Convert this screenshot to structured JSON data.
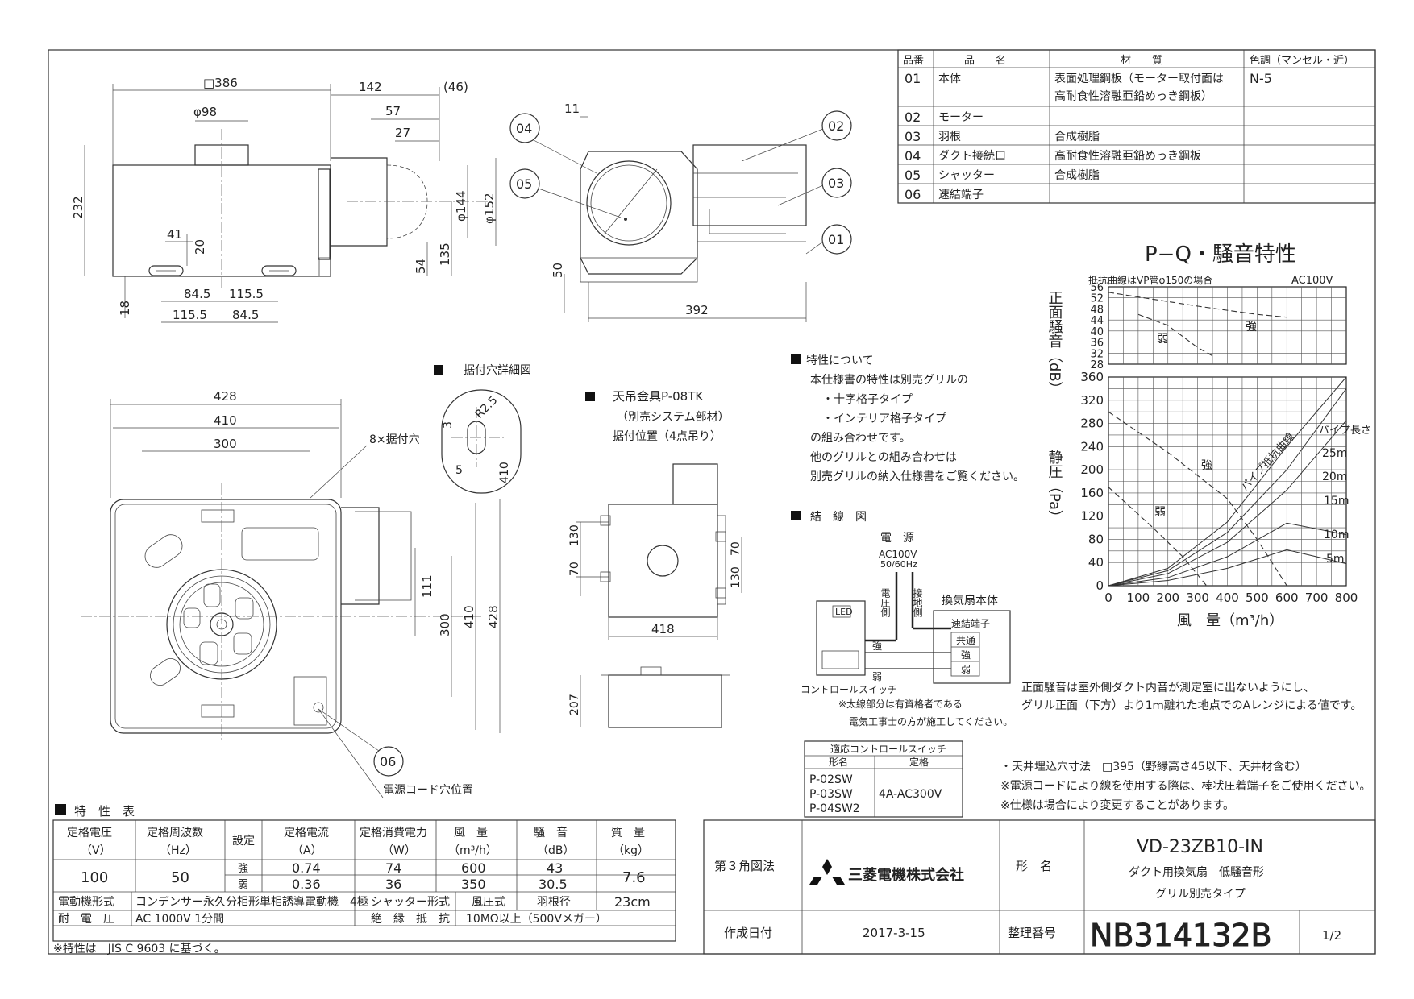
{
  "parts_table": {
    "headers": [
      "品番",
      "品　　名",
      "材　　質",
      "色調（マンセル・近）"
    ],
    "rows": [
      {
        "no": "01",
        "name": "本体",
        "material": "表面処理鋼板（モーター取付面は",
        "material2": "高耐食性溶融亜鉛めっき鋼板）",
        "color": "N-5"
      },
      {
        "no": "02",
        "name": "モーター",
        "material": "",
        "material2": "",
        "color": ""
      },
      {
        "no": "03",
        "name": "羽根",
        "material": "合成樹脂",
        "material2": "",
        "color": ""
      },
      {
        "no": "04",
        "name": "ダクト接続口",
        "material": "高耐食性溶融亜鉛めっき鋼板",
        "material2": "",
        "color": ""
      },
      {
        "no": "05",
        "name": "シャッター",
        "material": "合成樹脂",
        "material2": "",
        "color": ""
      },
      {
        "no": "06",
        "name": "速結端子",
        "material": "",
        "material2": "",
        "color": ""
      }
    ]
  },
  "top_view_dims": {
    "d386": "□386",
    "d142": "142",
    "d46": "(46)",
    "d98": "φ98",
    "d57": "57",
    "d27": "27",
    "d232": "232",
    "d144": "φ144",
    "d152": "φ152",
    "d41": "41",
    "d20": "20",
    "d54": "54",
    "d135": "135",
    "d18": "18",
    "d84a": "84.5",
    "d115a": "115.5",
    "d115b": "115.5",
    "d84b": "84.5"
  },
  "side_view_dims": {
    "d11": "11",
    "d50": "50",
    "d392": "392"
  },
  "callouts": [
    "04",
    "05",
    "02",
    "03",
    "01",
    "06"
  ],
  "mount_detail": {
    "title": "据付穴詳細図",
    "d3": "3",
    "r25": "R2.5",
    "d5": "5",
    "d410": "410"
  },
  "bottom_view_dims": {
    "d428": "428",
    "d410": "410",
    "d300": "300",
    "holes": "8×据付穴",
    "d111": "111",
    "v300": "300",
    "v410": "410",
    "v428": "428",
    "cord": "電源コード穴位置"
  },
  "ceiling_bracket": {
    "title": "天吊金具P-08TK",
    "sub": "（別売システム部材）",
    "sub2": "据付位置（4点吊り）",
    "d70a": "70",
    "d130a": "130",
    "d130b": "130",
    "d70b": "70",
    "d418": "418",
    "d207": "207"
  },
  "notes": {
    "title": "特性について",
    "lines": [
      "本仕様書の特性は別売グリルの",
      "・十字格子タイプ",
      "・インテリア格子タイプ",
      "の組み合わせです。",
      "他のグリルとの組み合わせは",
      "別売グリルの納入仕様書をご覧ください。"
    ]
  },
  "wiring": {
    "title": "結　線　図",
    "power": "電　源",
    "ac": "AC100V",
    "hz": "50/60Hz",
    "live": "電圧側",
    "ground": "接地側",
    "fan_body": "換気扇本体",
    "terminal": "速結端子",
    "common": "共通",
    "strong": "強",
    "weak": "弱",
    "sw_strong": "強",
    "sw_weak": "弱",
    "switch": "コントロールスイッチ",
    "led": "LED",
    "note1": "※太線部分は有資格者である",
    "note2": "電気工事士の方が施工してください。"
  },
  "switch_table": {
    "title": "適応コントロールスイッチ",
    "col1": "形名",
    "col2": "定格",
    "models": [
      "P-02SW",
      "P-03SW",
      "P-04SW2"
    ],
    "rating": "4A-AC300V"
  },
  "chart_data": [
    {
      "type": "line",
      "title": "P−Q・騒音特性",
      "ylabel": "正面騒音（dB）",
      "top_note": "抵抗曲線はVP管φ150の場合",
      "supply": "AC100V",
      "ylim": [
        28,
        56
      ],
      "yticks": [
        56,
        52,
        48,
        44,
        40,
        36,
        32,
        28
      ],
      "xlim": [
        0,
        800
      ],
      "series": [
        {
          "name": "強",
          "x": [
            0,
            300,
            500,
            600
          ],
          "y": [
            54,
            49,
            46,
            45
          ]
        },
        {
          "name": "弱",
          "x": [
            100,
            200,
            300,
            350
          ],
          "y": [
            46,
            42,
            34,
            31
          ]
        }
      ]
    },
    {
      "type": "line",
      "title": "",
      "ylabel": "静圧（Pa）",
      "xlabel": "風　量（m³/h）",
      "ylim": [
        0,
        360
      ],
      "yticks": [
        0,
        40,
        80,
        120,
        160,
        200,
        240,
        280,
        320,
        360
      ],
      "xlim": [
        0,
        800
      ],
      "xticks": [
        0,
        100,
        200,
        300,
        400,
        500,
        600,
        700,
        800
      ],
      "pipe_label": "パイプ長さ",
      "resistance_label": "パイプ抵抗曲線",
      "series": [
        {
          "name": "強",
          "x": [
            0,
            200,
            400,
            500,
            600
          ],
          "y": [
            300,
            230,
            150,
            80,
            0
          ]
        },
        {
          "name": "弱",
          "x": [
            0,
            150,
            250,
            330
          ],
          "y": [
            170,
            100,
            50,
            0
          ]
        },
        {
          "name": "25m",
          "x": [
            0,
            200,
            400,
            600,
            800
          ],
          "y": [
            0,
            30,
            110,
            240,
            400
          ]
        },
        {
          "name": "20m",
          "x": [
            0,
            200,
            400,
            600,
            800
          ],
          "y": [
            0,
            26,
            92,
            200,
            340
          ]
        },
        {
          "name": "15m",
          "x": [
            0,
            200,
            400,
            600,
            800
          ],
          "y": [
            0,
            21,
            75,
            165,
            285
          ]
        },
        {
          "name": "10m",
          "x": [
            0,
            200,
            400,
            600,
            800
          ],
          "y": [
            0,
            14,
            50,
            108,
            88
          ]
        },
        {
          "name": "5m",
          "x": [
            0,
            200,
            400,
            600,
            800
          ],
          "y": [
            0,
            9,
            30,
            62,
            38
          ]
        }
      ]
    }
  ],
  "noise_note": {
    "line1": "正面騒音は室外側ダクト内音が測定室に出ないようにし、",
    "line2": "グリル正面（下方）より1ｍ離れた地点でのAレンジによる値です。"
  },
  "install_notes": [
    "・天井埋込穴寸法　□395（野縁高さ45以下、天井材含む）",
    "※電源コードにより線を使用する際は、棒状圧着端子をご使用ください。",
    "※仕様は場合により変更することがあります。"
  ],
  "spec_table": {
    "title": "特　性　表",
    "headers": [
      [
        "定格電圧",
        "（V）"
      ],
      [
        "定格周波数",
        "（Hz）"
      ],
      [
        "設定"
      ],
      [
        "定格電流",
        "（A）"
      ],
      [
        "定格消費電力",
        "（W）"
      ],
      [
        "風　量",
        "（m³/h）"
      ],
      [
        "騒　音",
        "（dB）"
      ],
      [
        "質　量",
        "（kg）"
      ]
    ],
    "voltage": "100",
    "frequency": "50",
    "mass": "7.6",
    "rows": [
      {
        "setting": "強",
        "current": "0.74",
        "power": "74",
        "airflow": "600",
        "noise": "43"
      },
      {
        "setting": "弱",
        "current": "0.36",
        "power": "36",
        "airflow": "350",
        "noise": "30.5"
      }
    ],
    "motor_label": "電動機形式",
    "motor": "コンデンサー永久分相形単相誘導電動機　4極",
    "shutter_label": "シャッター形式",
    "shutter": "風圧式",
    "blade_label": "羽根径",
    "blade": "23cm",
    "withstand_label": "耐　電　圧",
    "withstand": "AC 1000V 1分間",
    "insulation_label": "絶　縁　抵　抗",
    "insulation": "10MΩ以上（500Vメガー）",
    "footnote": "※特性は　JIS C 9603 に基づく。"
  },
  "title_block": {
    "projection": "第３角図法",
    "company": "三菱電機株式会社",
    "model_label": "形　名",
    "model": "VD-23ZB10-IN",
    "desc1": "ダクト用換気扇　低騒音形",
    "desc2": "グリル別売タイプ",
    "date_label": "作成日付",
    "date": "2017-3-15",
    "number_label": "整理番号",
    "number": "NB314132B",
    "page": "1/2"
  }
}
